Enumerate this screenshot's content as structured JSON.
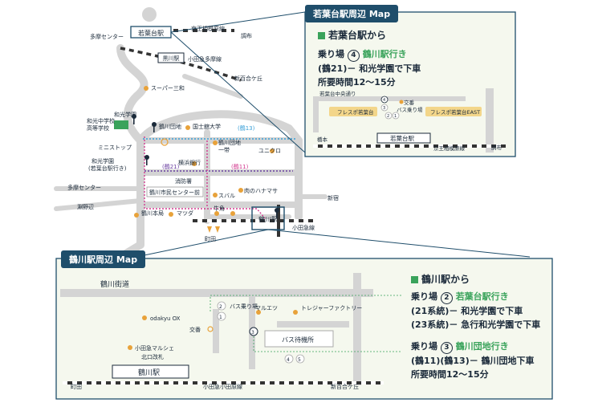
{
  "top_inset": {
    "title": "若葉台駅周辺 Map",
    "route_header": "若葉台駅から",
    "stop_prefix": "乗り場",
    "stop_num": "4",
    "dest": "鶴川駅行き",
    "line1": "(鶴21)－ 和光学園で下車",
    "time": "所要時間12～15分",
    "labels": {
      "road": "若葉台中央通り",
      "shop1": "フレスポ若葉台",
      "shop2": "フレスポ若葉台EAST",
      "koban": "交番",
      "bus": "バス乗り場",
      "station": "若葉台駅",
      "left": "橋本",
      "line": "京王相模原線",
      "right": "調布"
    },
    "circles": [
      "4",
      "3",
      "2",
      "1"
    ]
  },
  "bottom_inset": {
    "title": "鶴川駅周辺 Map",
    "route_header": "鶴川駅から",
    "r1_prefix": "乗り場",
    "r1_num": "2",
    "r1_dest": "若葉台駅行き",
    "r1_l1": "(21系統)－ 和光学園で下車",
    "r1_l2": "(23系統)－ 急行和光学園で下車",
    "r2_prefix": "乗り場",
    "r2_num": "3",
    "r2_dest": "鶴川団地行き",
    "r2_l1": "(鶴11)(鶴13)－ 鶴川団地下車",
    "r2_time": "所要時間12～15分",
    "labels": {
      "kaido": "鶴川街道",
      "odakyu_ox": "odakyu OX",
      "marche": "小田急マルシェ",
      "north_gate": "北口改札",
      "koban": "交番",
      "bus": "バス乗り場",
      "marueto": "マルエツ",
      "treasure": "トレジャーファクトリー",
      "waiting": "バス待機所",
      "station": "鶴川駅",
      "left": "町田",
      "line": "小田急小田原線",
      "right": "新百合ケ丘"
    },
    "circles": [
      "2",
      "1",
      "3",
      "4",
      "5"
    ]
  },
  "main_map": {
    "labels": {
      "wakabadai_st": "若葉台駅",
      "keio": "京王相模原線",
      "chofu": "調布",
      "tama_center1": "多摩センター",
      "kurokawa": "黒川駅",
      "odakyu_tama": "小田急多摩線",
      "shinyuri": "新百合ケ丘",
      "super_miwa": "スーパー三和",
      "wako_gakuen": "和光学園",
      "wako_jhs": "和光中学校\n高等学校",
      "tsurukawa_danchi": "鶴川団地",
      "kokushikan": "国士舘大学",
      "ministop": "ミニストップ",
      "tsuru13": "(鶴13)",
      "danchi_1": "鶴川団地\n一带",
      "uniqlo": "ユニクロ",
      "wako_stop": "和光学園\n(若葉台駅行き)",
      "yokohama_bank": "横浜銀行",
      "tsuru21": "(鶴21)",
      "tsuru11": "(鶴11)",
      "fire": "消防署",
      "tama_center2": "多摩センター",
      "civic_center": "鶴川市民センター前",
      "subaru": "スバル",
      "hanamasa": "肉のハナマサ",
      "shinjuku": "新宿",
      "fuchinobe": "淵野辺",
      "honkyoku": "鶴川本局",
      "matsuda": "マツダ",
      "gyukaku": "牛角",
      "tsurukawa_st": "鶴川駅",
      "machida": "町田",
      "odakyu_line": "小田急線"
    }
  }
}
